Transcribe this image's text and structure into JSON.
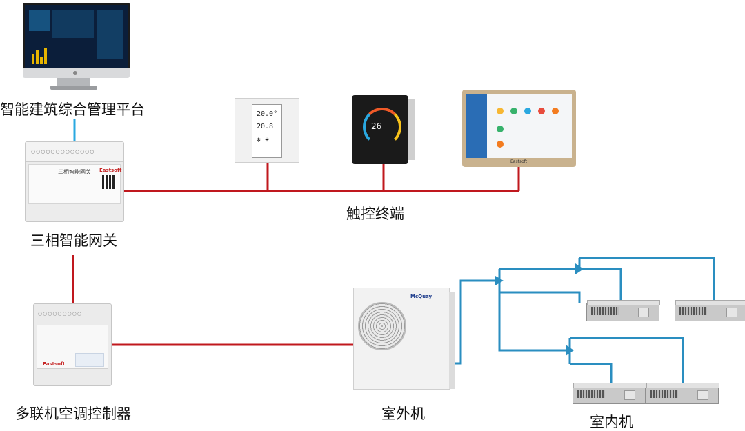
{
  "labels": {
    "platform": "智能建筑综合管理平台",
    "gateway": "三相智能网关",
    "touch_terminal": "触控终端",
    "controller": "多联机空调控制器",
    "outdoor_unit": "室外机",
    "indoor_unit": "室内机"
  },
  "devices": {
    "gateway_title": "三相智能网关",
    "gateway_brand": "Eastsoft",
    "controller_brand": "Eastsoft",
    "panel_temp_1": "20.0°",
    "panel_temp_2": "20.8",
    "thermostat_temp": "26",
    "tablet_brand": "Eastsoft",
    "outdoor_logo": "McQuay"
  },
  "colors": {
    "power_line": "#c0181e",
    "refrigerant_line": "#2a8ec0",
    "network_line": "#2aa8e0"
  }
}
